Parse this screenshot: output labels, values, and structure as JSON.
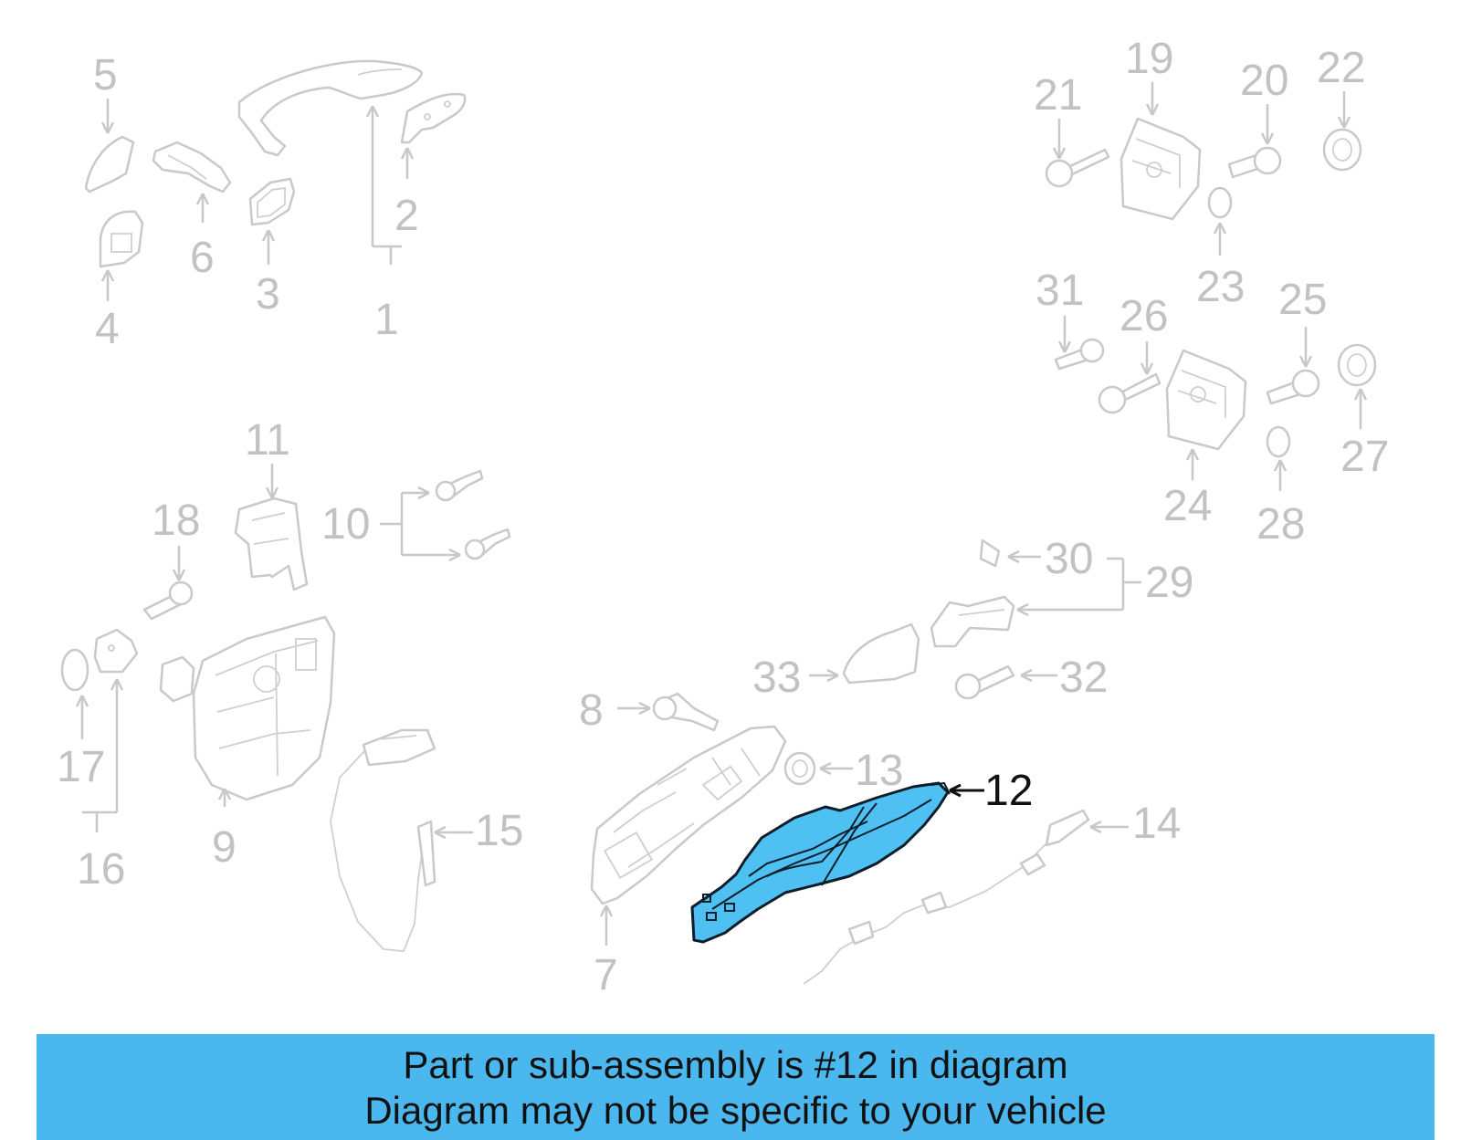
{
  "callouts": {
    "c1": "1",
    "c2": "2",
    "c3": "3",
    "c4": "4",
    "c5": "5",
    "c6": "6",
    "c7": "7",
    "c8": "8",
    "c9": "9",
    "c10": "10",
    "c11": "11",
    "c12": "12",
    "c13": "13",
    "c14": "14",
    "c15": "15",
    "c16": "16",
    "c17": "17",
    "c18": "18",
    "c19": "19",
    "c20": "20",
    "c21": "21",
    "c22": "22",
    "c23": "23",
    "c24": "24",
    "c25": "25",
    "c26": "26",
    "c27": "27",
    "c28": "28",
    "c29": "29",
    "c30": "30",
    "c31": "31",
    "c32": "32",
    "c33": "33"
  },
  "highlighted_part": "12",
  "colors": {
    "highlight_fill": "#4ec0f2",
    "banner_background": "#4ab8ee",
    "inactive_gray": "#c2c2c2"
  },
  "banner": {
    "line1": "Part or sub-assembly is #12 in diagram",
    "line2": "Diagram may not be specific to your vehicle"
  }
}
